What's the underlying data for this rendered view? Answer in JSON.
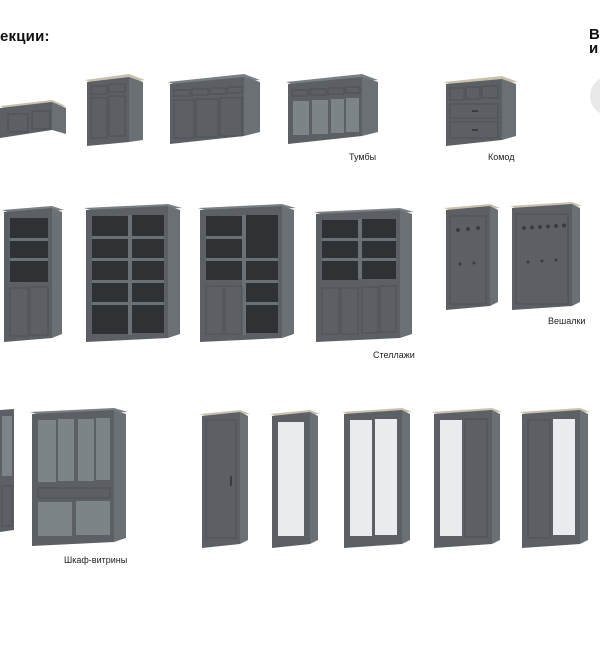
{
  "page": {
    "heading_left": "екции:",
    "heading_right": "В и"
  },
  "captions": {
    "tumby": "Тумбы",
    "komod": "Комод",
    "veshalki": "Вешалки",
    "stellazhi": "Стеллажи",
    "shkaf_vitriny": "Шкаф-витрины"
  },
  "colors": {
    "furniture": "#5c6064",
    "wood_top": "#c9c0ae",
    "mirror": "#e8ecee",
    "background": "#ffffff"
  }
}
